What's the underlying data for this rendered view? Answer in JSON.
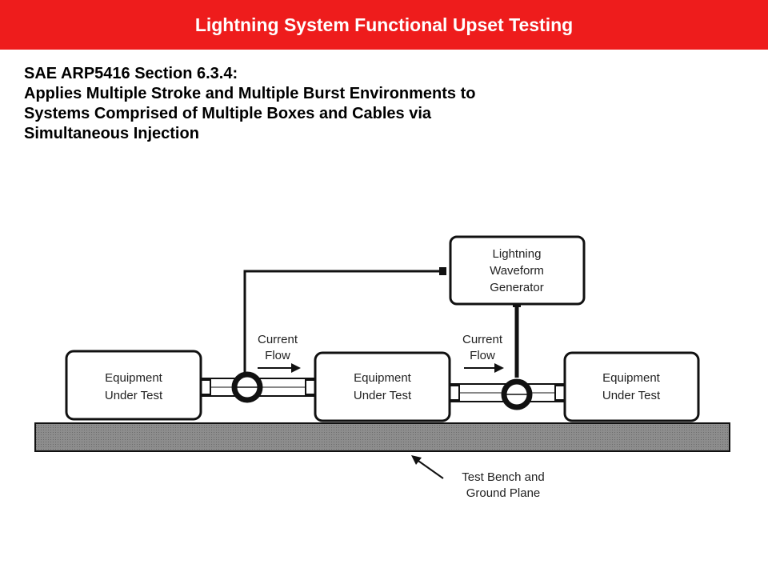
{
  "header": {
    "title": "Lightning System Functional Upset Testing"
  },
  "subtitle": {
    "lines": [
      "SAE ARP5416 Section 6.3.4:",
      "Applies Multiple Stroke and Multiple Burst Environments to",
      "Systems Comprised of Multiple Boxes and Cables via",
      "Simultaneous Injection"
    ]
  },
  "diagram": {
    "generator": {
      "lines": [
        "Lightning",
        "Waveform",
        "Generator"
      ]
    },
    "equipment": [
      {
        "lines": [
          "Equipment",
          "Under Test"
        ]
      },
      {
        "lines": [
          "Equipment",
          "Under Test"
        ]
      },
      {
        "lines": [
          "Equipment",
          "Under Test"
        ]
      }
    ],
    "current_flow": [
      {
        "lines": [
          "Current",
          "Flow"
        ]
      },
      {
        "lines": [
          "Current",
          "Flow"
        ]
      }
    ],
    "bench_label": {
      "lines": [
        "Test Bench and",
        "Ground Plane"
      ]
    },
    "colors": {
      "header_bg": "#ee1c1c",
      "bench_fill": "#8a8a8a",
      "line": "#111111"
    }
  }
}
